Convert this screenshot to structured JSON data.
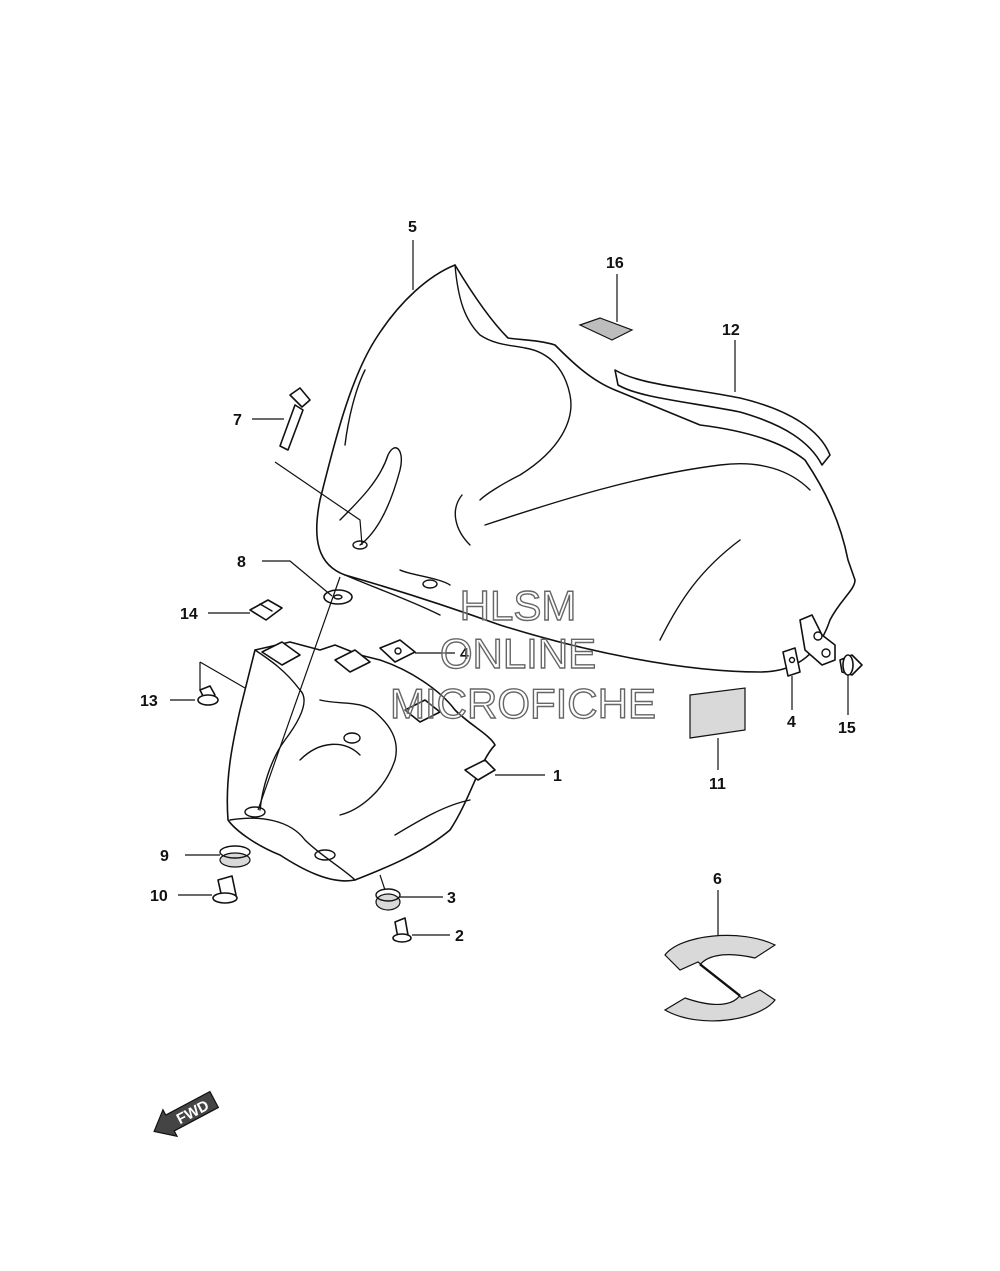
{
  "callouts": [
    {
      "id": "1",
      "label": "1"
    },
    {
      "id": "2",
      "label": "2"
    },
    {
      "id": "3",
      "label": "3"
    },
    {
      "id": "4a",
      "label": "4"
    },
    {
      "id": "4b",
      "label": "4"
    },
    {
      "id": "5",
      "label": "5"
    },
    {
      "id": "6",
      "label": "6"
    },
    {
      "id": "7",
      "label": "7"
    },
    {
      "id": "8",
      "label": "8"
    },
    {
      "id": "9",
      "label": "9"
    },
    {
      "id": "10",
      "label": "10"
    },
    {
      "id": "11",
      "label": "11"
    },
    {
      "id": "12",
      "label": "12"
    },
    {
      "id": "13",
      "label": "13"
    },
    {
      "id": "14",
      "label": "14"
    },
    {
      "id": "15",
      "label": "15"
    },
    {
      "id": "16",
      "label": "16"
    }
  ],
  "watermark": {
    "line1": "HLSM",
    "line2": "ONLINE",
    "line3": "MICROFICHE"
  },
  "fwd_label": "FWD"
}
